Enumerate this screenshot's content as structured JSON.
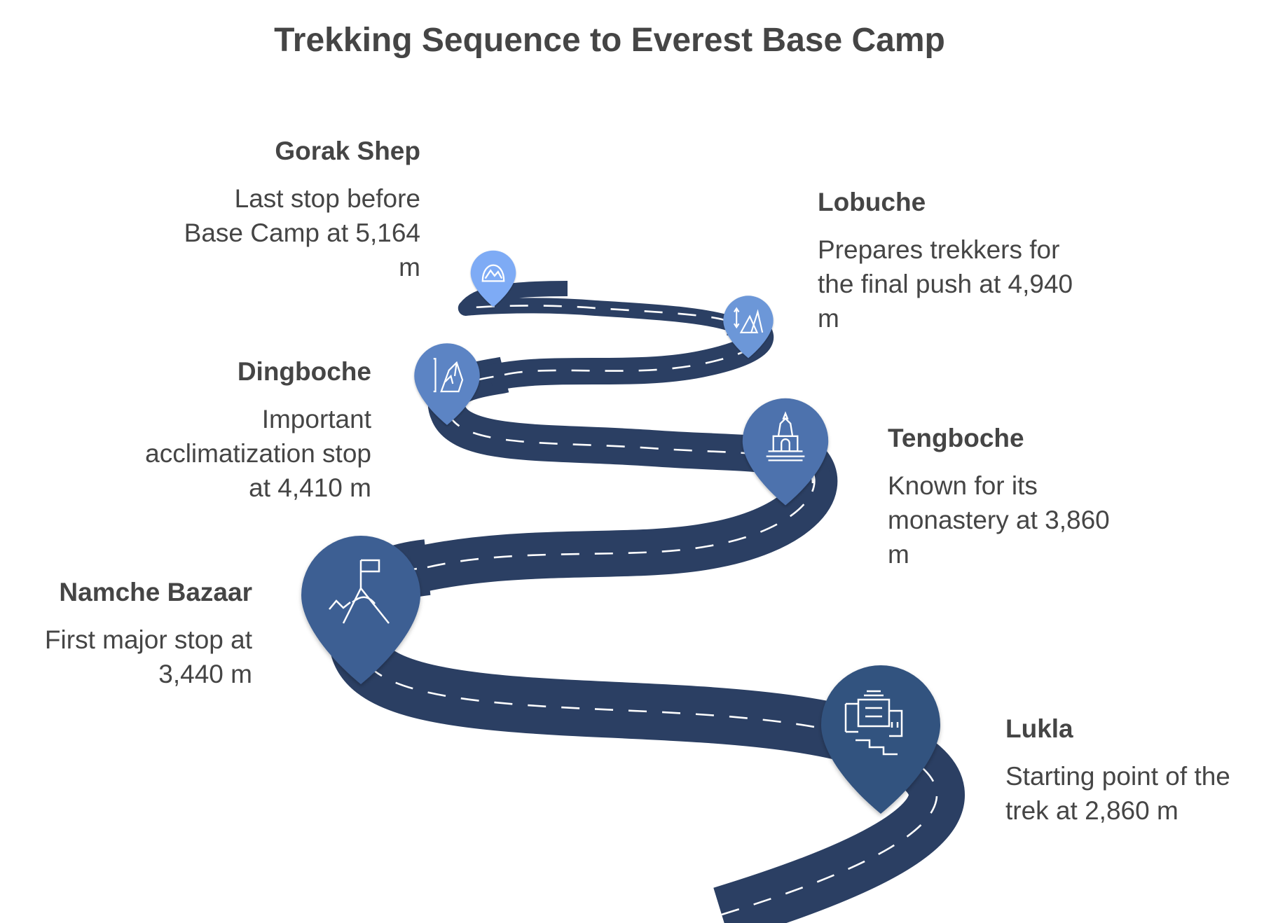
{
  "title": "Trekking Sequence to Everest Base Camp",
  "colors": {
    "road": "#2b3f63",
    "dash": "#ffffff",
    "text": "#454545",
    "pin_lukla": "#33527f",
    "pin_namche": "#3e5f93",
    "pin_tengboche": "#4d72ad",
    "pin_dingboche": "#5b84c4",
    "pin_lobuche": "#6c97d8",
    "pin_gorak": "#7eabf5"
  },
  "stops": [
    {
      "id": "lukla",
      "name": "Lukla",
      "description": "Starting point of the trek at 2,860 m",
      "desc_lines": [
        "Starting point of the",
        "trek at 2,860 m"
      ],
      "icon": "fortress-icon"
    },
    {
      "id": "namche",
      "name": "Namche Bazaar",
      "description": "First major stop at 3,440 m",
      "desc_lines": [
        "First major stop at",
        "3,440 m"
      ],
      "icon": "summit-flag-icon"
    },
    {
      "id": "tengboche",
      "name": "Tengboche",
      "description": "Known for its monastery at 3,860 m",
      "desc_lines": [
        "Known for its",
        "monastery at 3,860",
        "m"
      ],
      "icon": "monastery-icon"
    },
    {
      "id": "dingboche",
      "name": "Dingboche",
      "description": "Important acclimatization stop at 4,410 m",
      "desc_lines": [
        "Important",
        "acclimatization stop",
        "at 4,410 m"
      ],
      "icon": "cliff-icon"
    },
    {
      "id": "lobuche",
      "name": "Lobuche",
      "description": "Prepares trekkers for the final push at 4,940 m",
      "desc_lines": [
        "Prepares trekkers for",
        "the final push at 4,940",
        "m"
      ],
      "icon": "altitude-mountain-icon"
    },
    {
      "id": "gorak",
      "name": "Gorak Shep",
      "description": "Last stop before Base Camp at 5,164 m",
      "desc_lines": [
        "Last stop before",
        "Base Camp at 5,164",
        "m"
      ],
      "icon": "snow-peak-icon"
    }
  ]
}
